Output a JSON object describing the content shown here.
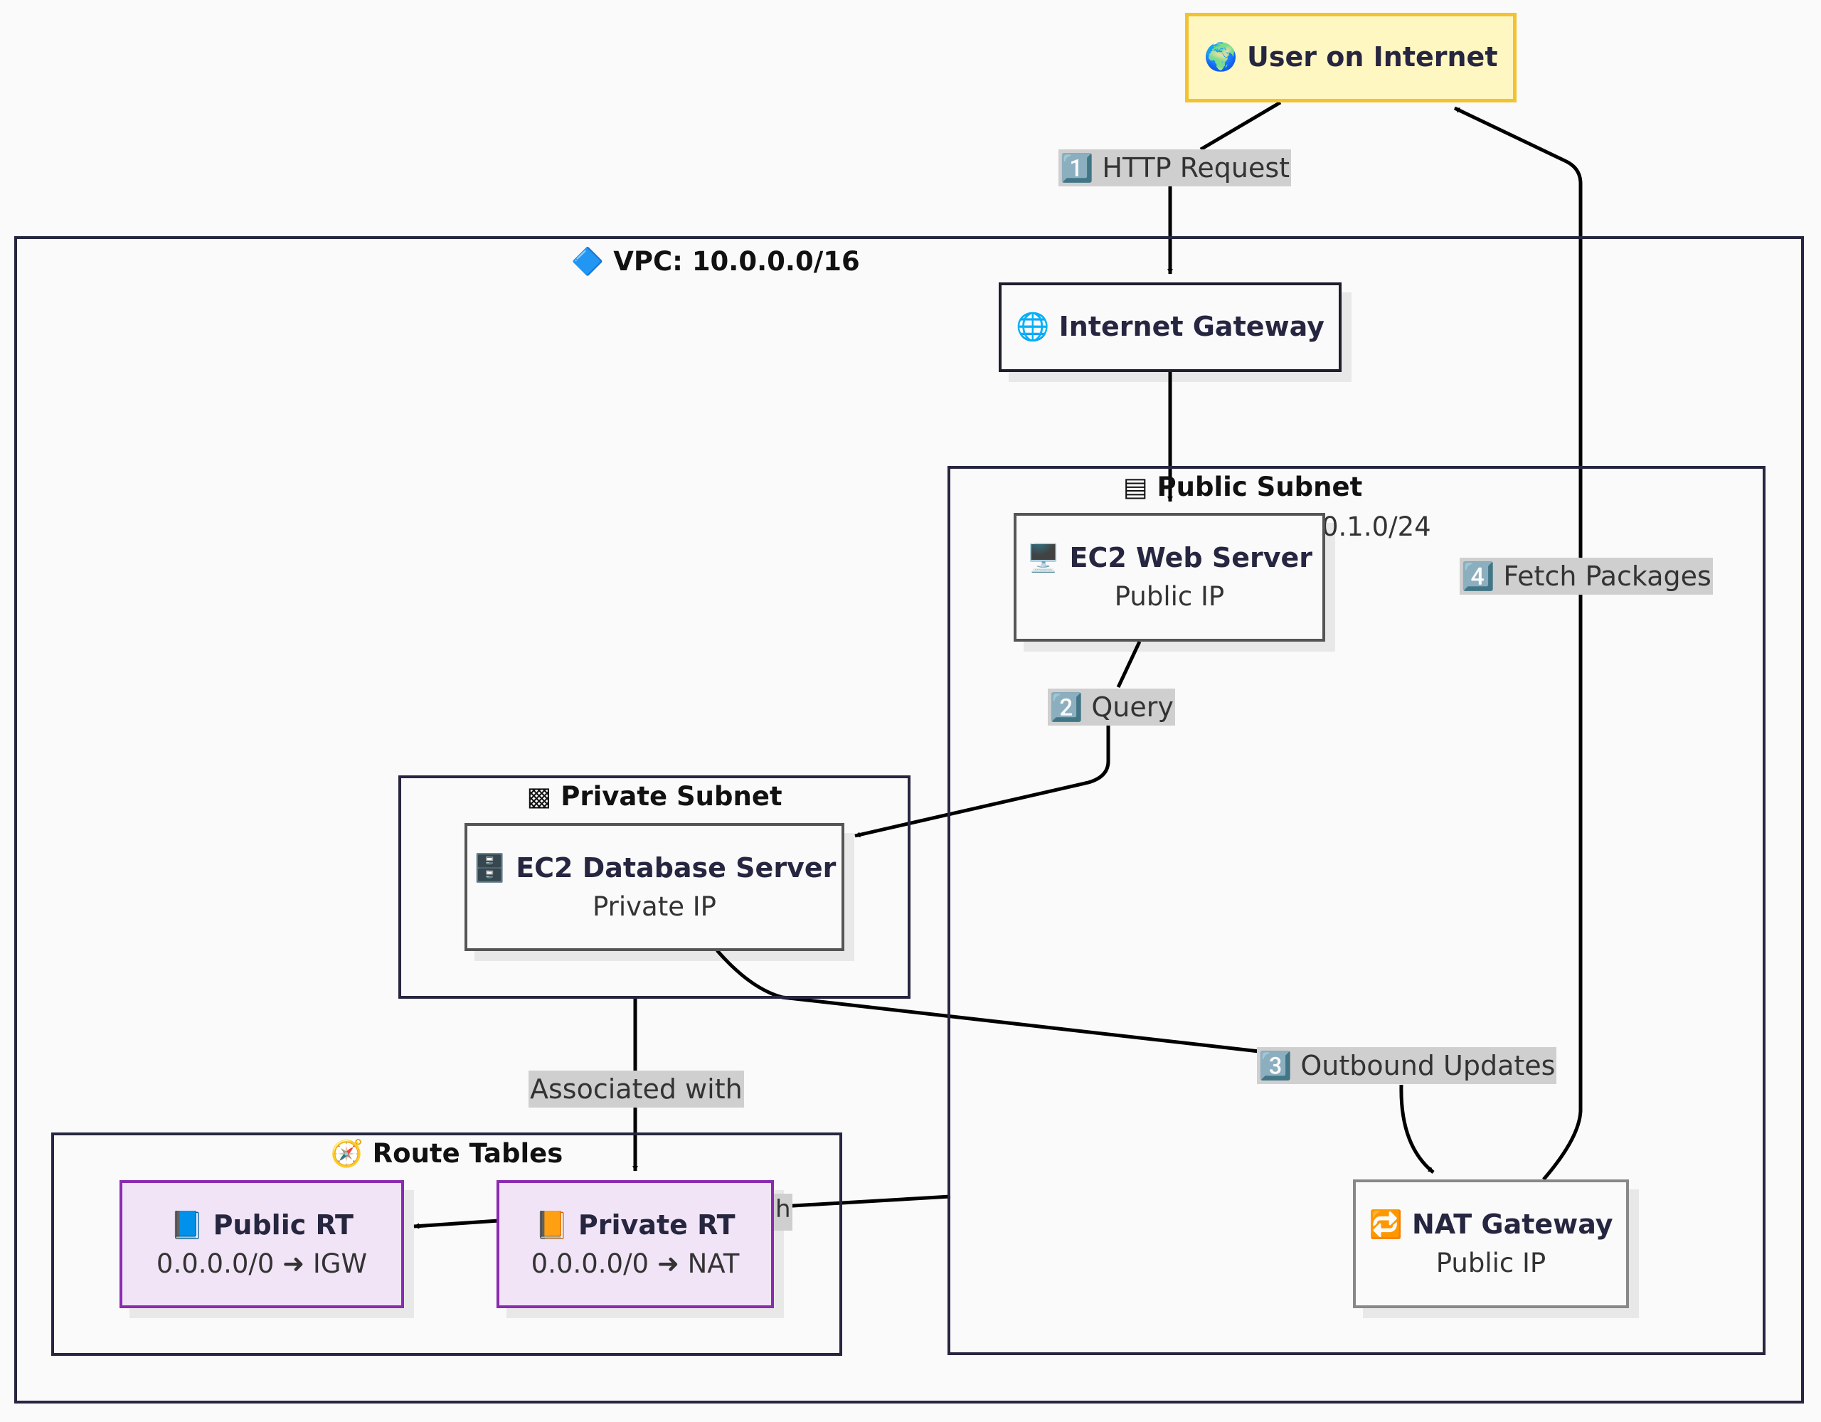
{
  "colors": {
    "background": "#fafafa",
    "cluster_border": "#262640",
    "user_fill": "#fff7c2",
    "user_border": "#f2c230",
    "route_table_fill": "#f1e4f6",
    "route_table_border": "#8a2bb0",
    "edge_label_fill": "#cfcfcf",
    "edge": "#000000"
  },
  "user": {
    "icon": "globe-europe-icon",
    "title": "🌍 User on Internet"
  },
  "vpc": {
    "title": "🔷 VPC: 10.0.0.0/16"
  },
  "igw": {
    "title": "🌐 Internet Gateway"
  },
  "public_subnet": {
    "title": "▤ Public Subnet",
    "cidr_partial": "0.1.0/24"
  },
  "web_server": {
    "title": "🖥️ EC2 Web Server",
    "ip": "Public IP"
  },
  "private_subnet": {
    "title": "▩ Private Subnet"
  },
  "db_server": {
    "title": "🗄️ EC2 Database Server",
    "ip": "Private IP"
  },
  "nat": {
    "title": "🔁 NAT Gateway",
    "ip": "Public IP"
  },
  "route_tables": {
    "title": "🧭 Route Tables",
    "public_rt": {
      "title": "📘 Public RT",
      "route": "0.0.0.0/0 ➜ IGW"
    },
    "private_rt": {
      "title": "📙 Private RT",
      "route": "0.0.0.0/0 ➜ NAT"
    }
  },
  "edges": {
    "http_request": "1️⃣ HTTP Request",
    "query": "2️⃣ Query",
    "outbound_updates": "3️⃣ Outbound Updates",
    "fetch_packages": "4️⃣ Fetch Packages",
    "associated_with": "Associated with",
    "hidden_partial": "h"
  }
}
